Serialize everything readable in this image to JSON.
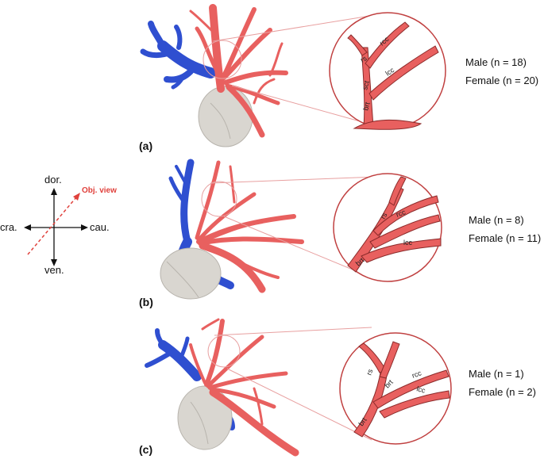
{
  "orientation": {
    "dorsal": "dor.",
    "ventral": "ven.",
    "cranial": "cra.",
    "caudal": "cau.",
    "view": "Obj. view"
  },
  "panels": [
    {
      "label": "(a)",
      "counts": [
        "Male (n = 18)",
        "Female (n = 20)"
      ],
      "branches": [
        "rcc",
        "rs",
        "lcc",
        "sct",
        "brt"
      ]
    },
    {
      "label": "(b)",
      "counts": [
        "Male (n = 8)",
        "Female (n = 11)"
      ],
      "branches": [
        "rs",
        "rcc",
        "lcc",
        "brt"
      ]
    },
    {
      "label": "(c)",
      "counts": [
        "Male (n = 1)",
        "Female (n = 2)"
      ],
      "branches": [
        "rs",
        "rcc",
        "brt",
        "lcc",
        "brt"
      ]
    }
  ],
  "colors": {
    "artery": "#e8605f",
    "artery_dark": "#b83a3a",
    "vein": "#2f4fd0",
    "heart": "#d9d6d0",
    "zoom_line": "#e8a0a0"
  }
}
